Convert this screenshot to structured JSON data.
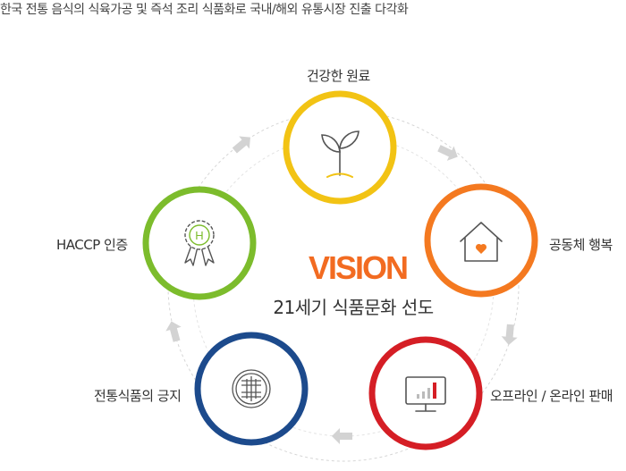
{
  "tagline": "한국 전통 음식의 식육가공 및 즉석 조리 식품화로 국내/해외 유통시장 진출 다각화",
  "center": {
    "title": "VISION",
    "subtitle": "21세기 식품문화 선도",
    "title_color": "#f26b21"
  },
  "nodes": [
    {
      "label": "건강한 원료",
      "icon": "sprout-icon",
      "color": "#f2c314"
    },
    {
      "label": "공동체 행복",
      "icon": "house-heart-icon",
      "color": "#f47920"
    },
    {
      "label": "오프라인 / 온라인 판매",
      "icon": "monitor-chart-icon",
      "color": "#d51e25"
    },
    {
      "label": "전통식품의 긍지",
      "icon": "traditional-pattern-icon",
      "color": "#1c4a8c"
    },
    {
      "label": "HACCP 인증",
      "icon": "haccp-badge-icon",
      "color": "#7cbc2c"
    }
  ],
  "haccp_letter": "H"
}
